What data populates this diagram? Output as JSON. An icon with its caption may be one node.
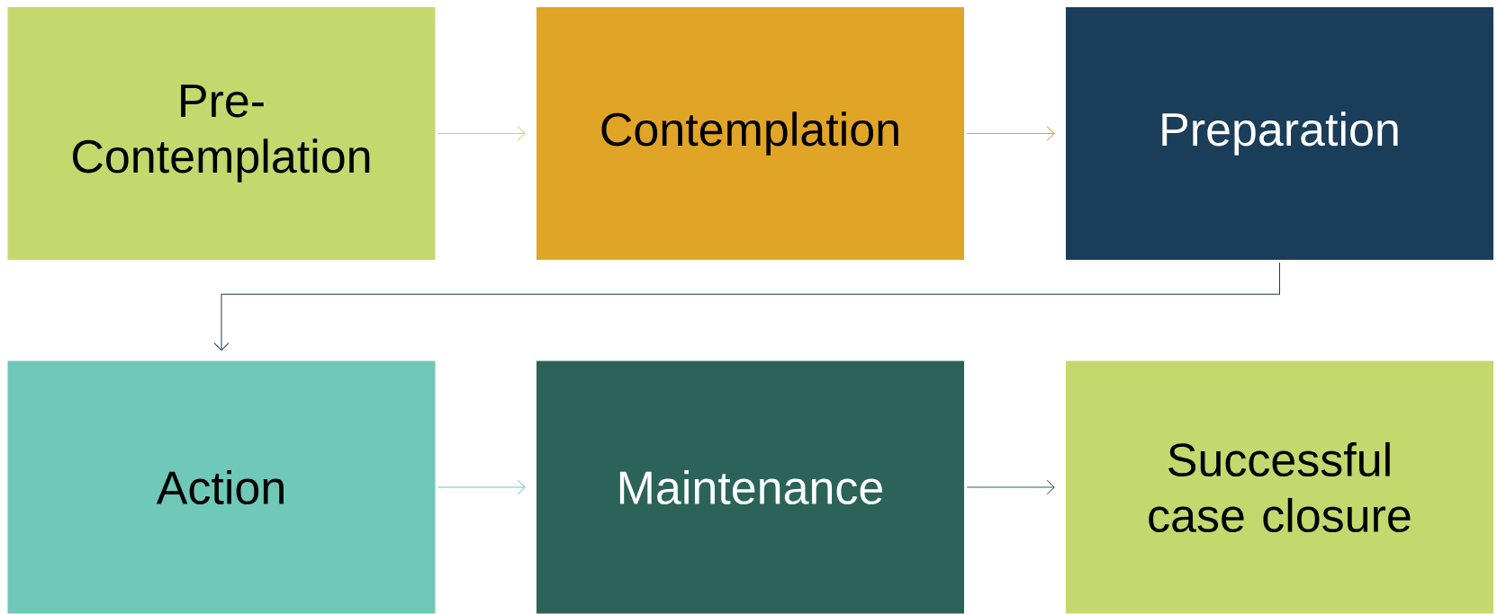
{
  "diagram": {
    "nodes": [
      {
        "text": [
          "Pre-Contemplation"
        ]
      },
      {
        "text": [
          "Contemplation"
        ]
      },
      {
        "text": [
          "Preparation"
        ]
      },
      {
        "text": [
          "Action"
        ]
      },
      {
        "text": [
          "Maintenance"
        ]
      },
      {
        "text": [
          "Successful case closure"
        ]
      }
    ],
    "edges": [
      {
        "from": 0,
        "to": 1,
        "arrow": "to",
        "color": "#c5d86d"
      },
      {
        "from": 1,
        "to": 2,
        "arrow": "to",
        "color": "#e0a526"
      },
      {
        "from": 2,
        "to": 3,
        "arrow": "to",
        "color": "#1a3d5a"
      },
      {
        "from": 3,
        "to": 4,
        "arrow": "to",
        "color": "#6fc8b8"
      },
      {
        "from": 4,
        "to": 5,
        "arrow": "to",
        "color": "#2b6359"
      }
    ]
  }
}
